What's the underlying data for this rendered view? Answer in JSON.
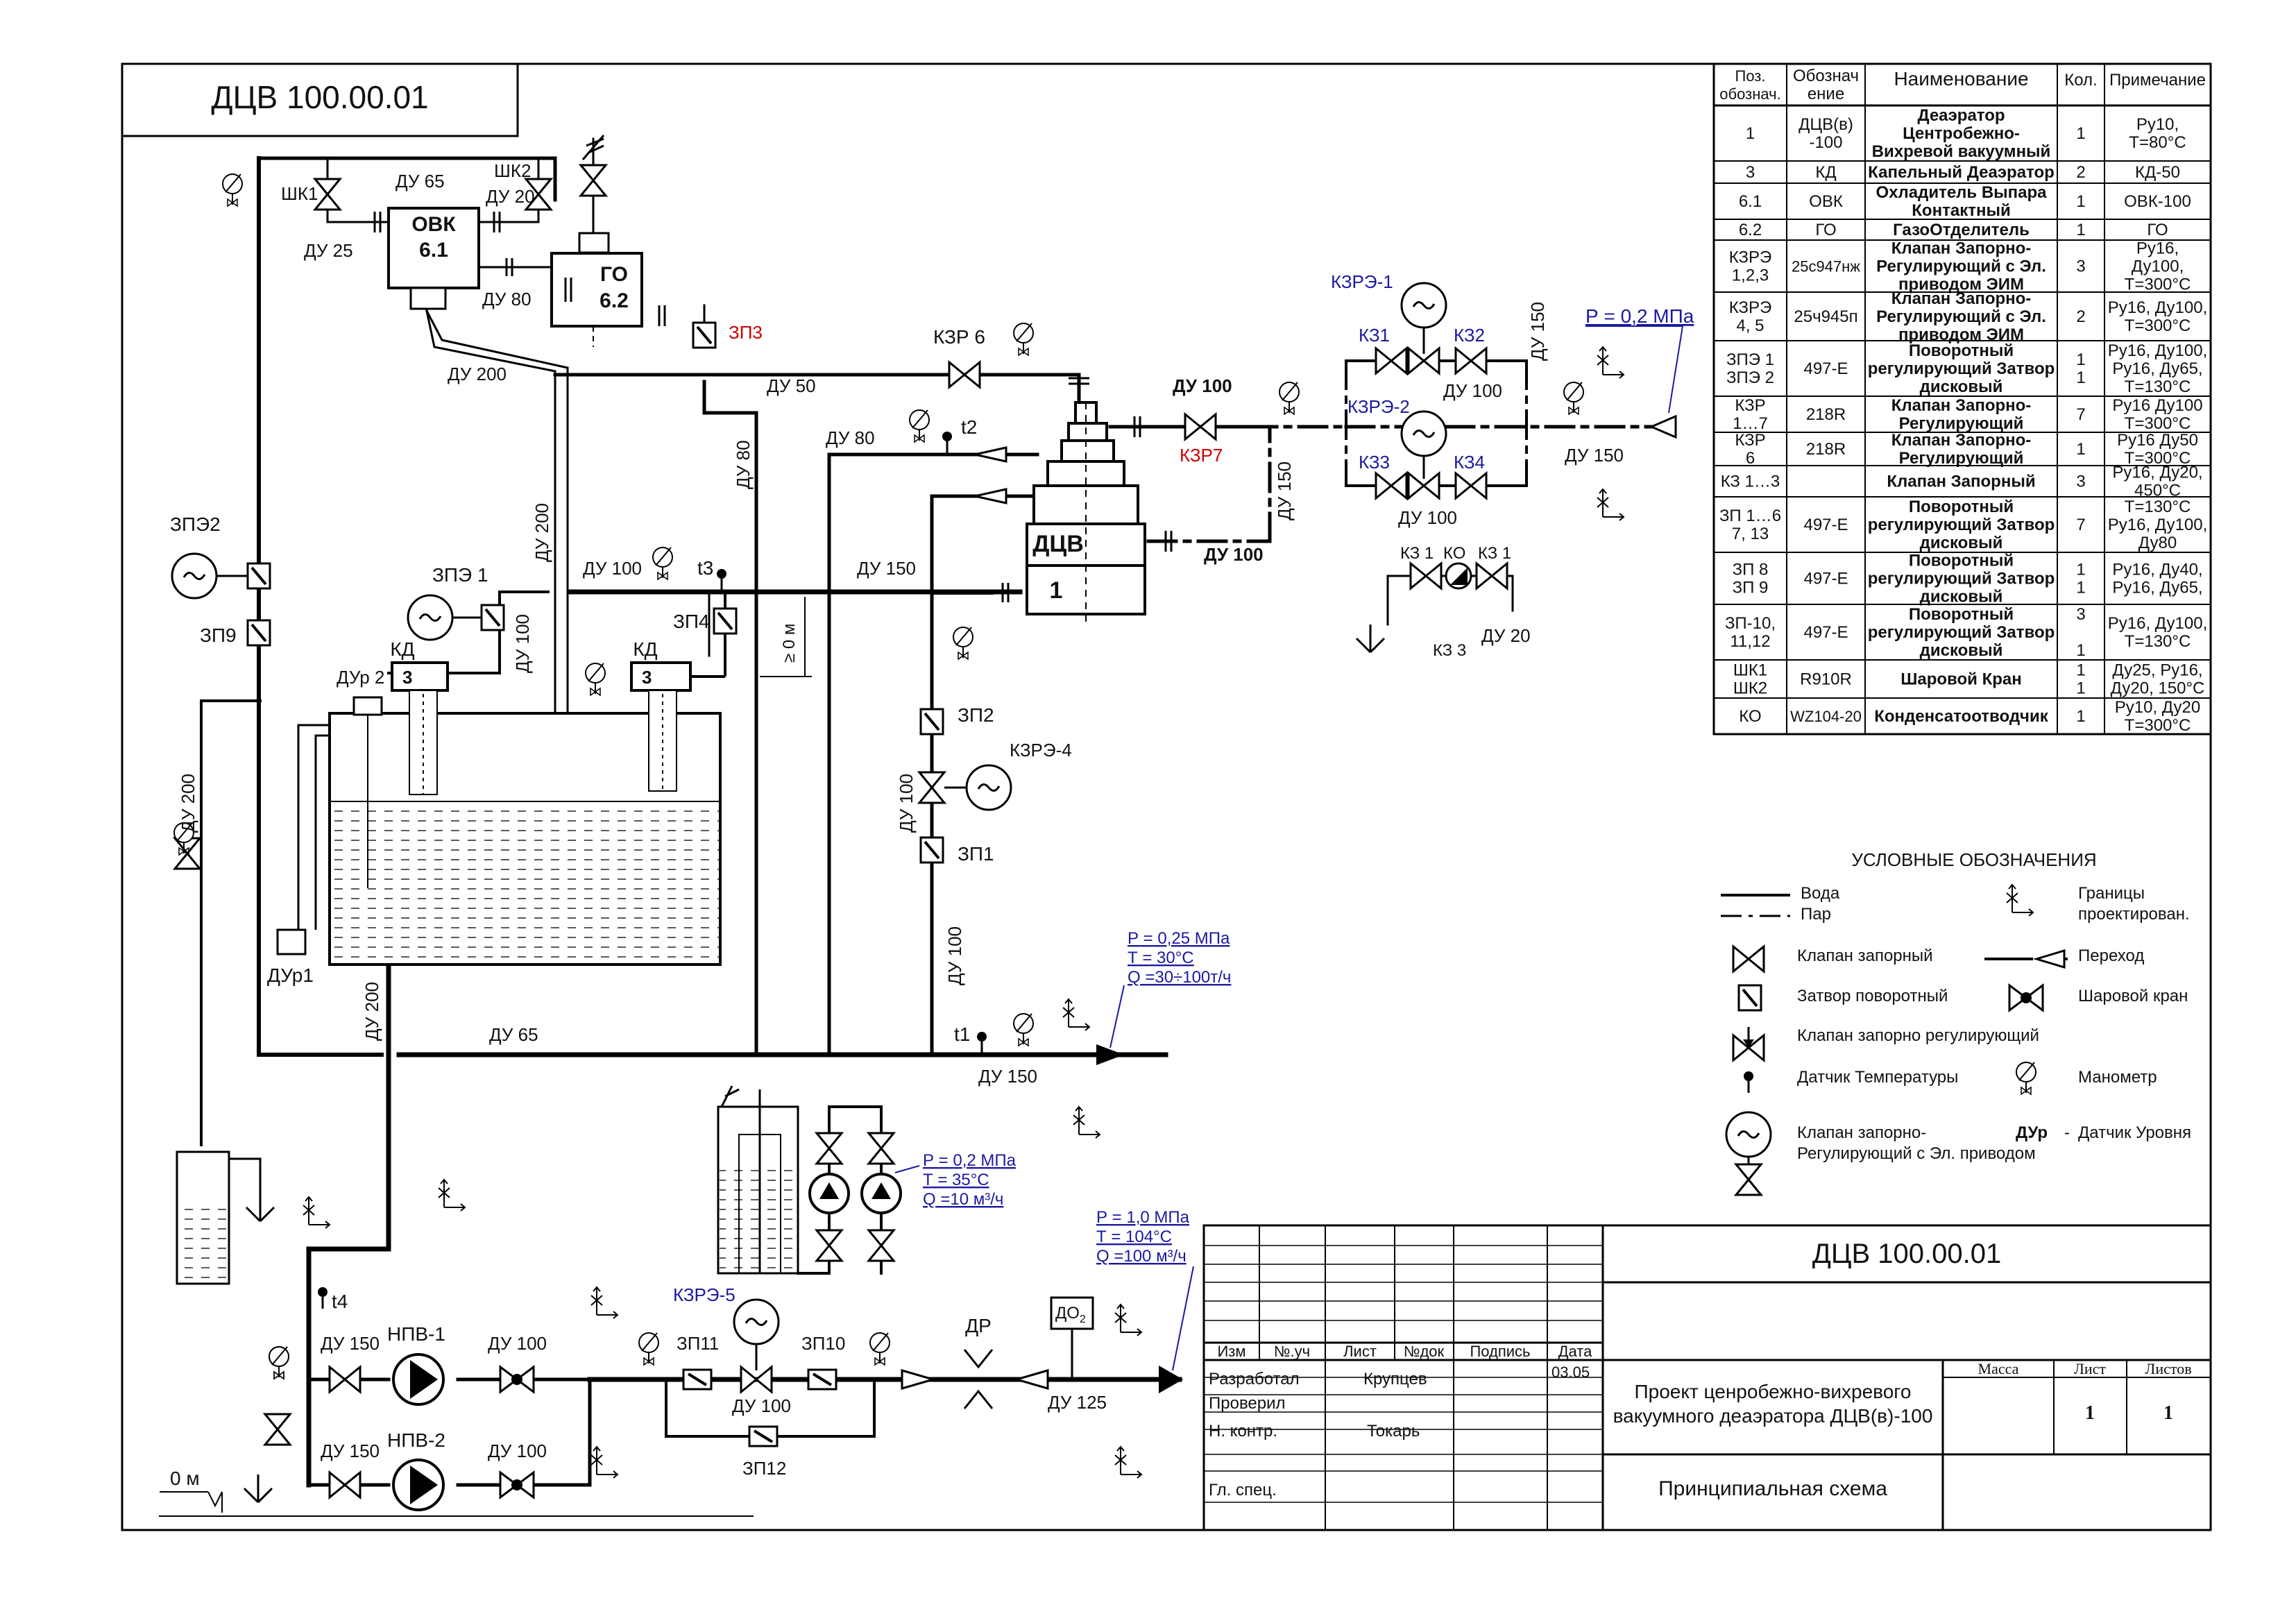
{
  "drawing_number": "ДЦВ 100.00.01",
  "equipment": {
    "ovk": "ОВК",
    "ovk_pos": "6.1",
    "go": "ГО",
    "go_pos": "6.2",
    "dcv": "ДЦВ",
    "dcv_pos": "1",
    "kd": "КД",
    "kd_pos": "3",
    "npv1": "НПВ-1",
    "npv2": "НПВ-2",
    "dr": "ДР",
    "do2": "ДО",
    "dur1": "ДУр1",
    "dur2": "ДУр 2",
    "zero_mark": "0 м",
    "height_mark": "≥ 0 м"
  },
  "valves": {
    "shk1": "ШК1",
    "shk2": "ШК2",
    "zpe1": "ЗПЭ 1",
    "zpe2": "ЗПЭ2",
    "zp9": "ЗП9",
    "zp3": "ЗП3",
    "zp4": "ЗП4",
    "zp2": "ЗП2",
    "zp1": "ЗП1",
    "zp10": "ЗП10",
    "zp11": "ЗП11",
    "zp12": "ЗП12",
    "kzr6": "КЗР 6",
    "kzr7": "КЗР7",
    "kzre1": "КЗРЭ-1",
    "kzre2": "КЗРЭ-2",
    "kzre4": "КЗРЭ-4",
    "kzre5": "КЗРЭ-5",
    "kz1": "КЗ1",
    "kz2": "КЗ2",
    "kz3": "КЗ3",
    "kz4": "КЗ4",
    "kz31": "КЗ 1",
    "ko": "КО",
    "kz31b": "КЗ 1",
    "kz33": "КЗ 3",
    "t1": "t1",
    "t2": "t2",
    "t3": "t3",
    "t4": "t4"
  },
  "pipes": {
    "dn65_top": "ДУ 65",
    "dn20_top": "ДУ 20",
    "dn25": "ДУ 25",
    "dn80_a": "ДУ 80",
    "dn200_a": "ДУ 200",
    "dn50": "ДУ 50",
    "dn80_b": "ДУ 80",
    "dn80_c": "ДУ 80",
    "dn200_b": "ДУ 200",
    "dn100_a": "ДУ 100",
    "dn100_b": "ДУ 100",
    "dn150_a": "ДУ 150",
    "dn100_c": "ДУ 100",
    "dn100_d": "ДУ 100",
    "dn150_b": "ДУ 150",
    "dn100_e": "ДУ 100",
    "dn150_c": "ДУ 150",
    "dn100_f": "ДУ 100",
    "dn20_b": "ДУ 20",
    "dn150_d": "ДУ 150",
    "dn200_c": "ДУ 200",
    "dn100_g": "ДУ 100",
    "dn100_h": "ДУ 100",
    "dn65_b": "ДУ 65",
    "dn200_d": "ДУ 200",
    "dn150_e": "ДУ 150",
    "dn150_f": "ДУ 150",
    "dn100_i": "ДУ 100",
    "dn150_g": "ДУ 150",
    "dn100_j": "ДУ 100",
    "dn100_k": "ДУ 100",
    "dn125": "ДУ 125"
  },
  "params": {
    "steam_out": [
      "Р = 0,2 МПа"
    ],
    "water_in": [
      "Р = 0,25 МПа",
      "Т = 30°С",
      "Q =30÷100т/ч"
    ],
    "tank": [
      "Р = 0,2 МПа",
      "Т = 35°С",
      "Q =10 м³/ч"
    ],
    "feed_out": [
      "Р = 1,0 МПа",
      "Т = 104°С",
      "Q =100 м³/ч"
    ]
  },
  "spec_table": {
    "headers": [
      "Поз. обознач.",
      "Обознач ение",
      "Наименование",
      "Кол.",
      "Примечание"
    ],
    "rows": [
      {
        "pos": [
          "1"
        ],
        "des": [
          "ДЦВ(в)",
          "-100"
        ],
        "name": [
          "Деаэратор",
          "Центробежно-",
          "Вихревой вакуумный"
        ],
        "qty": [
          "1"
        ],
        "note": [
          "Ру10,",
          "Т=80°С"
        ]
      },
      {
        "pos": [
          "3"
        ],
        "des": [
          "КД"
        ],
        "name": [
          "Капельный Деаэратор"
        ],
        "qty": [
          "2"
        ],
        "note": [
          "КД-50"
        ]
      },
      {
        "pos": [
          "6.1"
        ],
        "des": [
          "ОВК"
        ],
        "name": [
          "Охладитель Выпара",
          "Контактный"
        ],
        "qty": [
          "1"
        ],
        "note": [
          "ОВК-100"
        ]
      },
      {
        "pos": [
          "6.2"
        ],
        "des": [
          "ГО"
        ],
        "name": [
          "ГазоОтделитель"
        ],
        "qty": [
          "1"
        ],
        "note": [
          "ГО"
        ]
      },
      {
        "pos": [
          "КЗРЭ",
          "1,2,3"
        ],
        "des": [
          "25с947нж"
        ],
        "name": [
          "Клапан Запорно-",
          "Регулирующий с Эл.",
          "приводом ЭИМ"
        ],
        "qty": [
          "3"
        ],
        "note": [
          "Ру16,",
          "Ду100,",
          "Т=300°С"
        ]
      },
      {
        "pos": [
          "КЗРЭ",
          "4, 5"
        ],
        "des": [
          "25ч945п"
        ],
        "name": [
          "Клапан Запорно-",
          "Регулирующий с Эл.",
          "приводом ЭИМ"
        ],
        "qty": [
          "2"
        ],
        "note": [
          "Ру16, Ду100,",
          "Т=300°С"
        ]
      },
      {
        "pos": [
          "ЗПЭ 1",
          "ЗПЭ 2"
        ],
        "des": [
          "497-Е"
        ],
        "name": [
          "Поворотный",
          "регулирующий Затвор",
          "дисковый"
        ],
        "qty": [
          "1",
          "1"
        ],
        "note": [
          "Ру16, Ду100,",
          "Ру16, Ду65,",
          "Т=130°С"
        ]
      },
      {
        "pos": [
          "КЗР",
          "1…7"
        ],
        "des": [
          "218R"
        ],
        "name": [
          "Клапан Запорно-",
          "Регулирующий"
        ],
        "qty": [
          "7"
        ],
        "note": [
          "Ру16 Ду100",
          "Т=300°С"
        ]
      },
      {
        "pos": [
          "КЗР",
          "6"
        ],
        "des": [
          "218R"
        ],
        "name": [
          "Клапан Запорно-",
          "Регулирующий"
        ],
        "qty": [
          "1"
        ],
        "note": [
          "Ру16 Ду50",
          "Т=300°С"
        ]
      },
      {
        "pos": [
          "КЗ 1…3"
        ],
        "des": [
          ""
        ],
        "name": [
          "Клапан Запорный"
        ],
        "qty": [
          "3"
        ],
        "note": [
          "Ру16, Ду20,",
          "450°С"
        ]
      },
      {
        "pos": [
          "ЗП 1…6",
          "7, 13"
        ],
        "des": [
          "497-Е"
        ],
        "name": [
          "Поворотный",
          "регулирующий Затвор",
          "дисковый"
        ],
        "qty": [
          "7"
        ],
        "note": [
          "Т=130°С",
          "Ру16, Ду100,",
          "Ду80"
        ]
      },
      {
        "pos": [
          "ЗП 8",
          "ЗП 9"
        ],
        "des": [
          "497-Е"
        ],
        "name": [
          "Поворотный",
          "регулирующий Затвор",
          "дисковый"
        ],
        "qty": [
          "1",
          "1"
        ],
        "note": [
          "Ру16, Ду40,",
          "Ру16, Ду65,"
        ]
      },
      {
        "pos": [
          "ЗП-10,",
          "11,12"
        ],
        "des": [
          "497-Е"
        ],
        "name": [
          "Поворотный",
          "регулирующий Затвор",
          "дисковый"
        ],
        "qty": [
          "3",
          "",
          "1"
        ],
        "note": [
          "Ру16, Ду100,",
          "Т=130°С"
        ]
      },
      {
        "pos": [
          "ШК1",
          "ШК2"
        ],
        "des": [
          "R910R"
        ],
        "name": [
          "Шаровой Кран"
        ],
        "qty": [
          "1",
          "1"
        ],
        "note": [
          "Ду25, Ру16,",
          "Ду20, 150°С"
        ]
      },
      {
        "pos": [
          "КО"
        ],
        "des": [
          "WZ104-20"
        ],
        "name": [
          "Конденсатоотводчик"
        ],
        "qty": [
          "1"
        ],
        "note": [
          "Ру10, Ду20",
          "Т=300°С"
        ]
      }
    ]
  },
  "legend": {
    "title": "УСЛОВНЫЕ ОБОЗНАЧЕНИЯ",
    "water": "Вода",
    "steam": "Пар",
    "borders": [
      "Границы",
      "проектирован."
    ],
    "shutoff": "Клапан запорный",
    "transition": "Переход",
    "butterfly": "Затвор поворотный",
    "ball": "Шаровой кран",
    "control": "Клапан запорно регулирующий",
    "temp": "Датчик Температуры",
    "gauge": "Манометр",
    "electric": [
      "Клапан запорно-",
      "Регулирующий с Эл. приводом"
    ],
    "level_key": "ДУр",
    "level_dash": "-",
    "level": "Датчик Уровня"
  },
  "title_block": {
    "code": "ДЦВ 100.00.01",
    "col_headers": [
      "Изм",
      "№.уч",
      "Лист",
      "№док",
      "Подпись",
      "Дата"
    ],
    "developed_label": "Разработал",
    "developed_name": "Крупцев",
    "date": "03.05",
    "checked_label": "Проверил",
    "norm_label": "Н. контр.",
    "norm_name": "Токарь",
    "chief_label": "Гл. спец.",
    "project": [
      "Проект ценробежно-вихревого",
      "вакуумного деаэратора ДЦВ(в)-100"
    ],
    "mass_label": "Масса",
    "sheet_label": "Лист",
    "sheets_label": "Листов",
    "sheet": "1",
    "sheets": "1",
    "doc_title": "Принципиальная схема"
  }
}
